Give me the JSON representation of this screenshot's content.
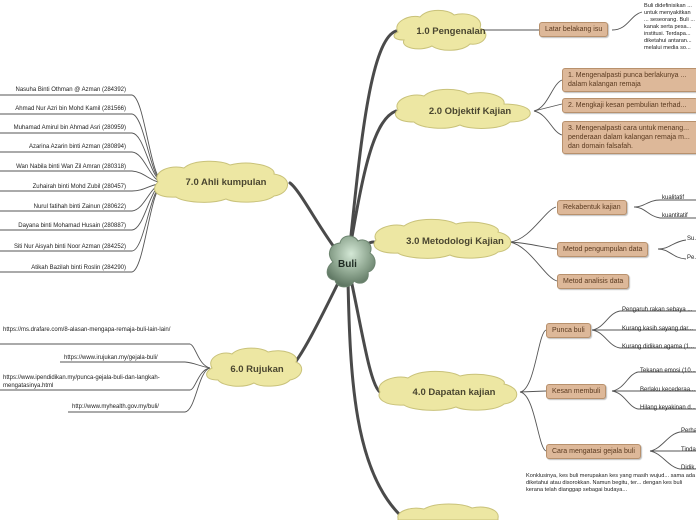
{
  "central": "Buli",
  "branches": {
    "pengenalan": "1.0 Pengenalan",
    "objektif": "2.0 Objektif Kajian",
    "metodologi": "3.0 Metodologi Kajian",
    "dapatan": "4.0 Dapatan kajian",
    "rujukan": "6.0 Rujukan",
    "ahli": "7.0 Ahli kumpulan"
  },
  "pengenalan": {
    "latar": "Latar belakang isu",
    "text": "Buli didefinisikan ... untuk menyakitkan ... seseorang. Buli ... kanak serta pesa... institusi. Terdapa... diketahui antaran... melalui media so..."
  },
  "objektif": {
    "items": [
      "1. Mengenalpasti punca berlakunya ... dalam kalangan remaja",
      "2. Mengkaji kesan pembulian terhad...",
      "3. Mengenalpasti cara untuk menang... penderaan dalam kalangan remaja m... dan domain falsafah."
    ]
  },
  "metodologi": {
    "rekabentuk": "Rekabentuk kajian",
    "kualitatif": "kualitatif",
    "kuantitatif": "kuantitatif",
    "pengumpulan": "Metod pengumpulan data",
    "peng_leaf1": "Su...",
    "peng_leaf2": "Pe...",
    "analisis": "Metod analisis data"
  },
  "dapatan": {
    "punca": "Punca buli",
    "punca_items": [
      "Pengaruh rakan sebaya ...",
      "Kurang kasih sayang dar...",
      "Kurang didikan agama (1..."
    ],
    "kesan": "Kesan membuli",
    "kesan_items": [
      "Tekanan emosi (10...",
      "Berlaku kecederaa...",
      "Hilang keyakinan d..."
    ],
    "cara": "Cara mengatasi gejala buli",
    "cara_items": [
      "Perha...",
      "Tinda...",
      "Didik..."
    ]
  },
  "kesimpulan": {
    "text": "Konklusinya, kes buli merupakan kes yang masih wujud... sama ada diketahui atau disorokkan. Namun begitu, ter... dengan kes buli kerana telah dianggap sebagai budaya..."
  },
  "rujukan": {
    "links": [
      "https://ms.drafare.com/8-alasan-mengapa-remaja-buli-lain-lain/",
      "https://www.irujukan.my/gejala-buli/",
      "https://www.ipendidikan.my/punca-gejala-buli-dan-langkah-mengatasinya.html",
      "http://www.myhealth.gov.my/buli/"
    ]
  },
  "ahli": {
    "members": [
      "Nasuha Binti Othman @ Azman (284392)",
      "Ahmad Nur Azri bin Mohd Kamil (281566)",
      "Muhamad Amirul bin Ahmad Asri (280959)",
      "Azarina Azarin binti Azman (280894)",
      "Wan Nabila binti Wan Zil Amran (280318)",
      "Zuhairah binti Mohd Zubil (280457)",
      "Nurul fatihah binti Zainun (280622)",
      "Dayana binti Mohamad Husain (280887)",
      "Siti Nur Aisyah binti Noor Azman (284252)",
      "Atikah Bazilah binti Roslin (284290)"
    ]
  },
  "colors": {
    "branch_fill": "#ede7a3",
    "branch_stroke": "#c9c27a",
    "sub_fill": "#ddb899",
    "line": "#4a4a4a",
    "center_fill": "#8da58f"
  }
}
